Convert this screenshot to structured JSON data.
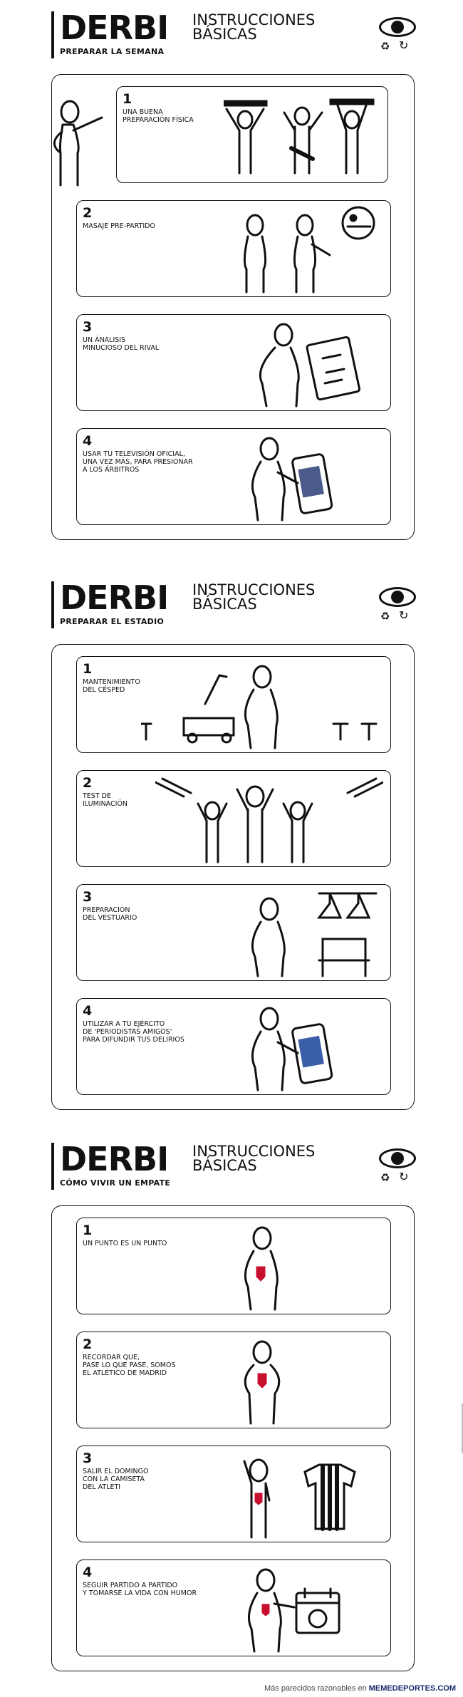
{
  "header": {
    "title": "DERBI",
    "instr_line1": "INSTRUCCIONES",
    "instr_line2": "BÁSICAS"
  },
  "sections": [
    {
      "subtitle": "PREPARAR LA SEMANA",
      "steps": [
        {
          "num": "1",
          "text": "UNA BUENA\nPREPARACIÓN FÍSICA"
        },
        {
          "num": "2",
          "text": "MASAJE PRE-PARTIDO"
        },
        {
          "num": "3",
          "text": "UN ÁNALISIS\nMINUCIOSO DEL RIVAL"
        },
        {
          "num": "4",
          "text": "USAR TU TELEVISIÓN OFICIAL,\nUNA VEZ MÁS, PARA PRESIONAR\nA LOS ÁRBITROS"
        }
      ]
    },
    {
      "subtitle": "PREPARAR EL ESTADIO",
      "steps": [
        {
          "num": "1",
          "text": "MANTENIMIENTO\nDEL CÉSPED"
        },
        {
          "num": "2",
          "text": "TEST DE\nILUMINACIÓN"
        },
        {
          "num": "3",
          "text": "PREPARACIÓN\nDEL VESTUARIO"
        },
        {
          "num": "4",
          "text": "UTILIZAR A TU EJÉRCITO\nDE 'PERIODISTAS AMIGOS'\nPARA DIFUNDIR TUS DELIRIOS"
        }
      ]
    },
    {
      "subtitle": "CÓMO VIVIR UN EMPATE",
      "steps": [
        {
          "num": "1",
          "text": "UN PUNTO ES UN PUNTO"
        },
        {
          "num": "2",
          "text": "RECORDAR QUE,\nPASE LO QUE PASE, SOMOS\nEL ATLÉTICO DE MADRID"
        },
        {
          "num": "3",
          "text": "SALIR EL DOMINGO\nCON LA CAMISETA\nDEL ATLETI"
        },
        {
          "num": "4",
          "text": "SEGUIR PARTIDO A PARTIDO\nY TOMARSE LA VIDA CON HUMOR"
        }
      ]
    }
  ],
  "footer": {
    "text": "Más parecidos razonables en ",
    "brand": "MEMEDEPORTES.COM"
  }
}
